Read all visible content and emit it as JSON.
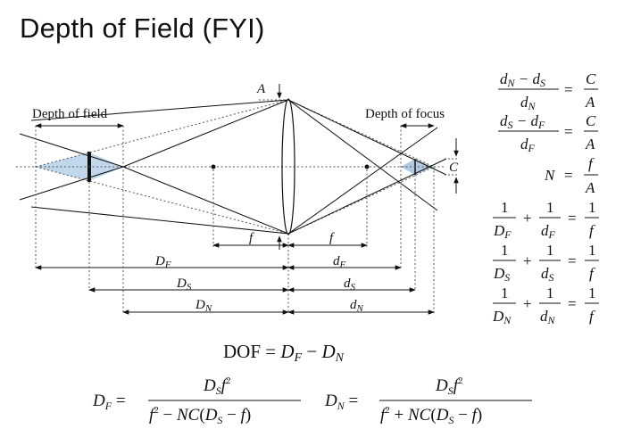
{
  "title": "Depth of Field (FYI)",
  "labels": {
    "depth_of_field": "Depth of field",
    "depth_of_focus": "Depth of focus",
    "aperture": "A",
    "circle": "C",
    "focal_left": "f",
    "focal_right": "f",
    "D_F": "D",
    "D_F_sub": "F",
    "D_S": "D",
    "D_S_sub": "S",
    "D_N": "D",
    "D_N_sub": "N",
    "d_F": "d",
    "d_F_sub": "F",
    "d_S": "d",
    "d_S_sub": "S",
    "d_N": "d",
    "d_N_sub": "N"
  },
  "equations": {
    "dof": "DOF = D_F − D_N",
    "ratio_near": "(d_N − d_S) / d_N = C / A",
    "ratio_far": "(d_S − d_F) / d_F = C / A",
    "fnumber": "N = f / A",
    "lens_F": "1/D_F + 1/d_F = 1/f",
    "lens_S": "1/D_S + 1/d_S = 1/f",
    "lens_N": "1/D_N + 1/d_N = 1/f",
    "DF_formula": "D_F = D_S f² / (f² − NC(D_S − f))",
    "DN_formula": "D_N = D_S f² / (f² + NC(D_S − f))"
  },
  "colors": {
    "ink": "#111111",
    "cone_fill": "#b9d3ea",
    "sensor_fill": "#a9c4dc",
    "dotted": "#555555"
  }
}
